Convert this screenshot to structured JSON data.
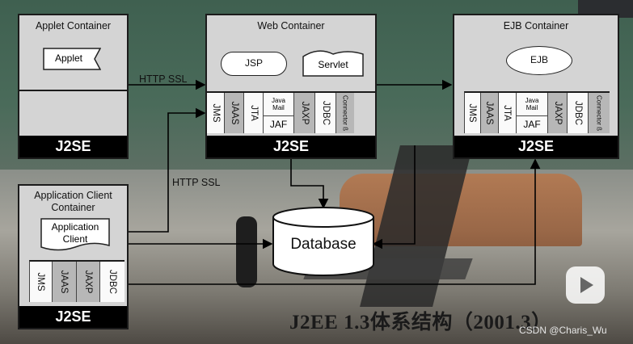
{
  "diagram": {
    "applet_container": {
      "title": "Applet Container",
      "component": "Applet",
      "base": "J2SE"
    },
    "web_container": {
      "title": "Web Container",
      "components": [
        "JSP",
        "Servlet"
      ],
      "apis": {
        "jms": "JMS",
        "jaas": "JAAS",
        "jta": "JTA",
        "javamail_l1": "Java",
        "javamail_l2": "Mail",
        "jaf": "JAF",
        "jaxp": "JAXP",
        "jdbc": "JDBC",
        "connector": "Connector ß"
      },
      "base": "J2SE"
    },
    "ejb_container": {
      "title": "EJB Container",
      "component": "EJB",
      "apis": {
        "jms": "JMS",
        "jaas": "JAAS",
        "jta": "JTA",
        "javamail_l1": "Java",
        "javamail_l2": "Mail",
        "jaf": "JAF",
        "jaxp": "JAXP",
        "jdbc": "JDBC",
        "connector": "Connector ß"
      },
      "base": "J2SE"
    },
    "app_client_container": {
      "title_l1": "Application Client",
      "title_l2": "Container",
      "component_l1": "Application",
      "component_l2": "Client",
      "apis": {
        "jms": "JMS",
        "jaas": "JAAS",
        "jaxp": "JAXP",
        "jdbc": "JDBC"
      },
      "base": "J2SE"
    },
    "database": "Database",
    "edge_labels": {
      "applet_to_web": "HTTP SSL",
      "client_to_web": "HTTP SSL"
    }
  },
  "caption": "J2EE 1.3体系结构（2001.3）",
  "watermark": "CSDN @Charis_Wu",
  "colors": {
    "container_bg": "#d4d4d4",
    "j2se_bar": "#000000",
    "gray_api": "#b7b7b7"
  }
}
